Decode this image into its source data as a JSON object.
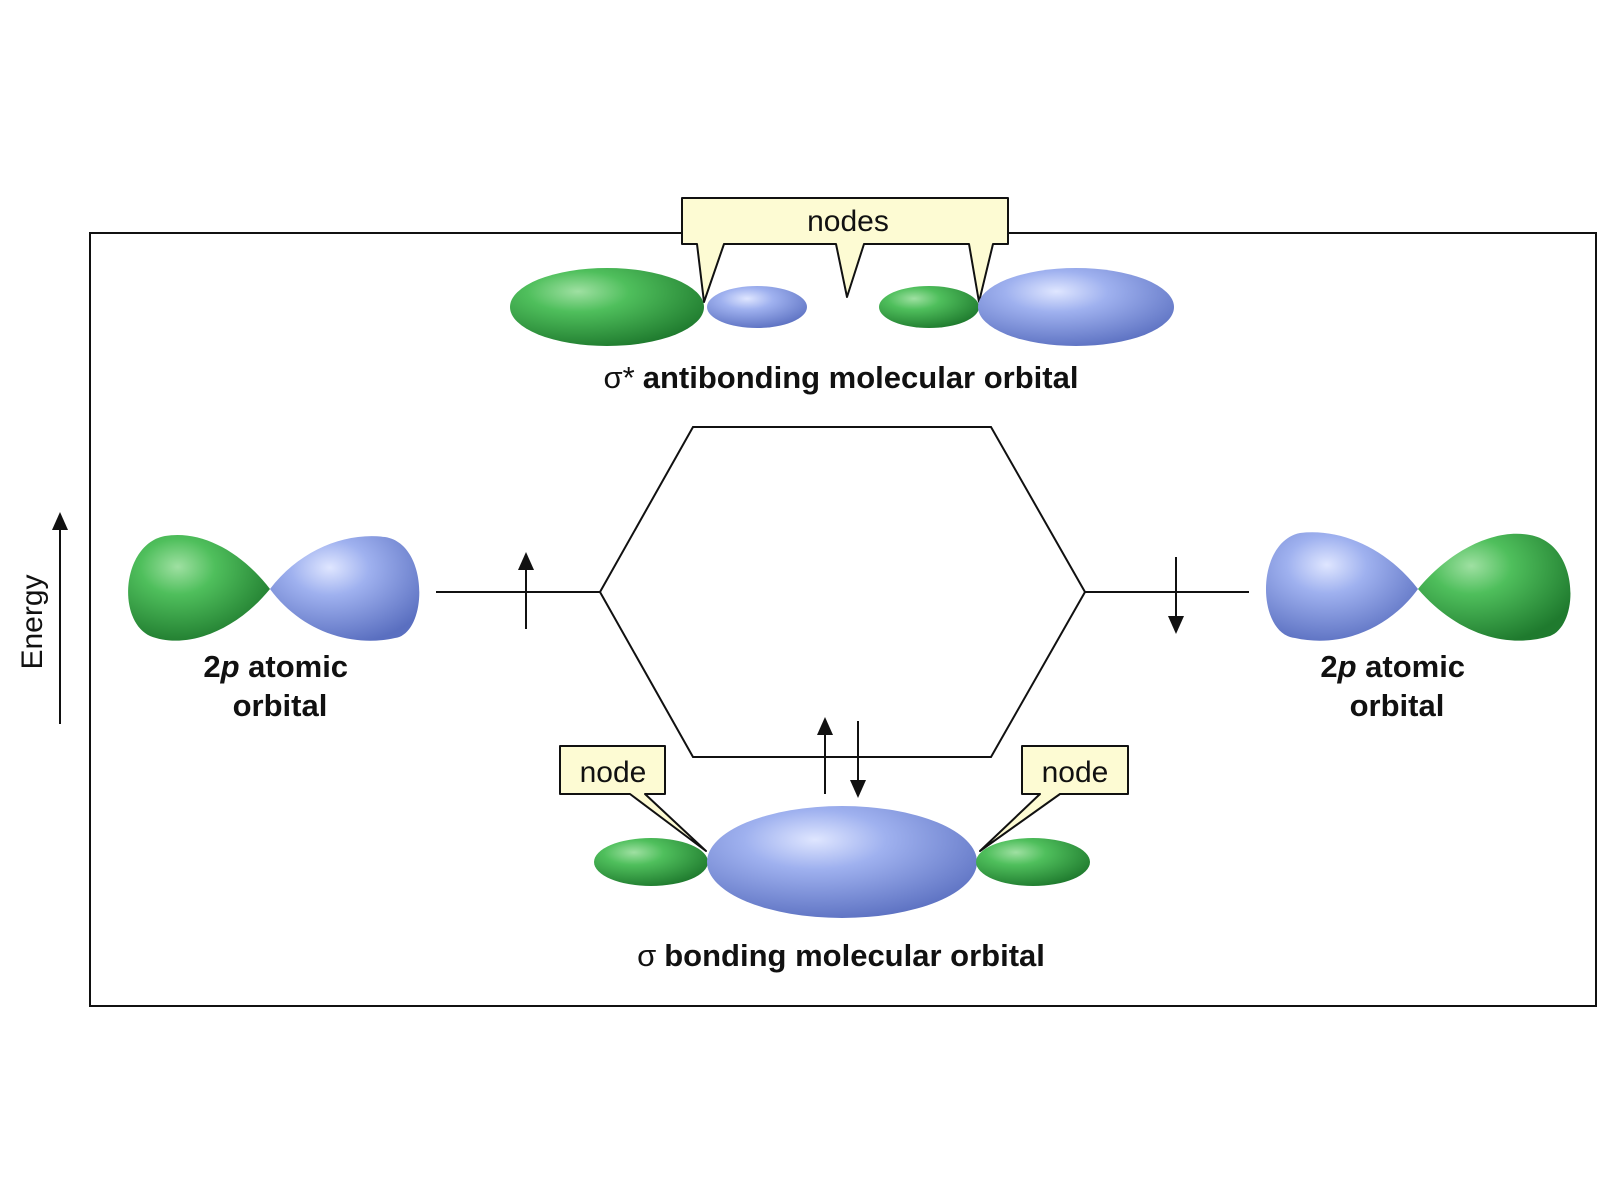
{
  "axis": {
    "label": "Energy"
  },
  "antibonding": {
    "label_symbol": "σ*",
    "label_text": "antibonding molecular orbital",
    "callout": "nodes"
  },
  "bonding": {
    "label_symbol": "σ",
    "label_text": "bonding molecular orbital",
    "callout_left": "node",
    "callout_right": "node"
  },
  "left_atomic": {
    "line1_num": "2",
    "line1_italic": "p",
    "line1_rest": " atomic",
    "line2": "orbital"
  },
  "right_atomic": {
    "line1_num": "2",
    "line1_italic": "p",
    "line1_rest": " atomic",
    "line2": "orbital"
  },
  "colors": {
    "green_lobe": "#3faa4a",
    "blue_lobe": "#8fa3e6",
    "callout_fill": "#fdfbd3",
    "line": "#111111"
  }
}
